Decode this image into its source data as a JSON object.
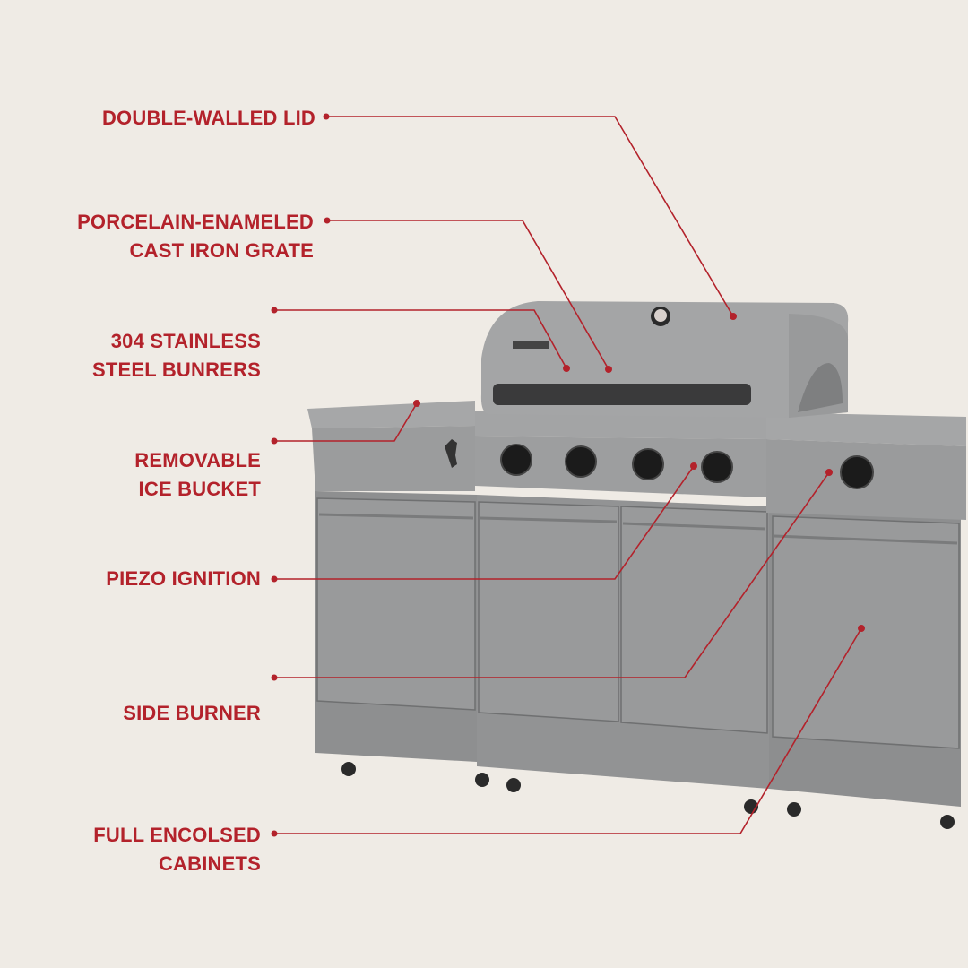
{
  "accent_color": "#b3222b",
  "background_color": "#efebe5",
  "callouts": [
    {
      "lines": [
        "DOUBLE-WALLED LID"
      ]
    },
    {
      "lines": [
        "PORCELAIN-ENAMELED",
        "CAST IRON GRATE"
      ]
    },
    {
      "lines": [
        "304 STAINLESS",
        "STEEL BUNRERS"
      ]
    },
    {
      "lines": [
        "REMOVABLE",
        "ICE BUCKET"
      ]
    },
    {
      "lines": [
        "PIEZO IGNITION"
      ]
    },
    {
      "lines": [
        "SIDE BURNER"
      ]
    },
    {
      "lines": [
        "FULL ENCOLSED",
        "CABINETS"
      ]
    }
  ]
}
